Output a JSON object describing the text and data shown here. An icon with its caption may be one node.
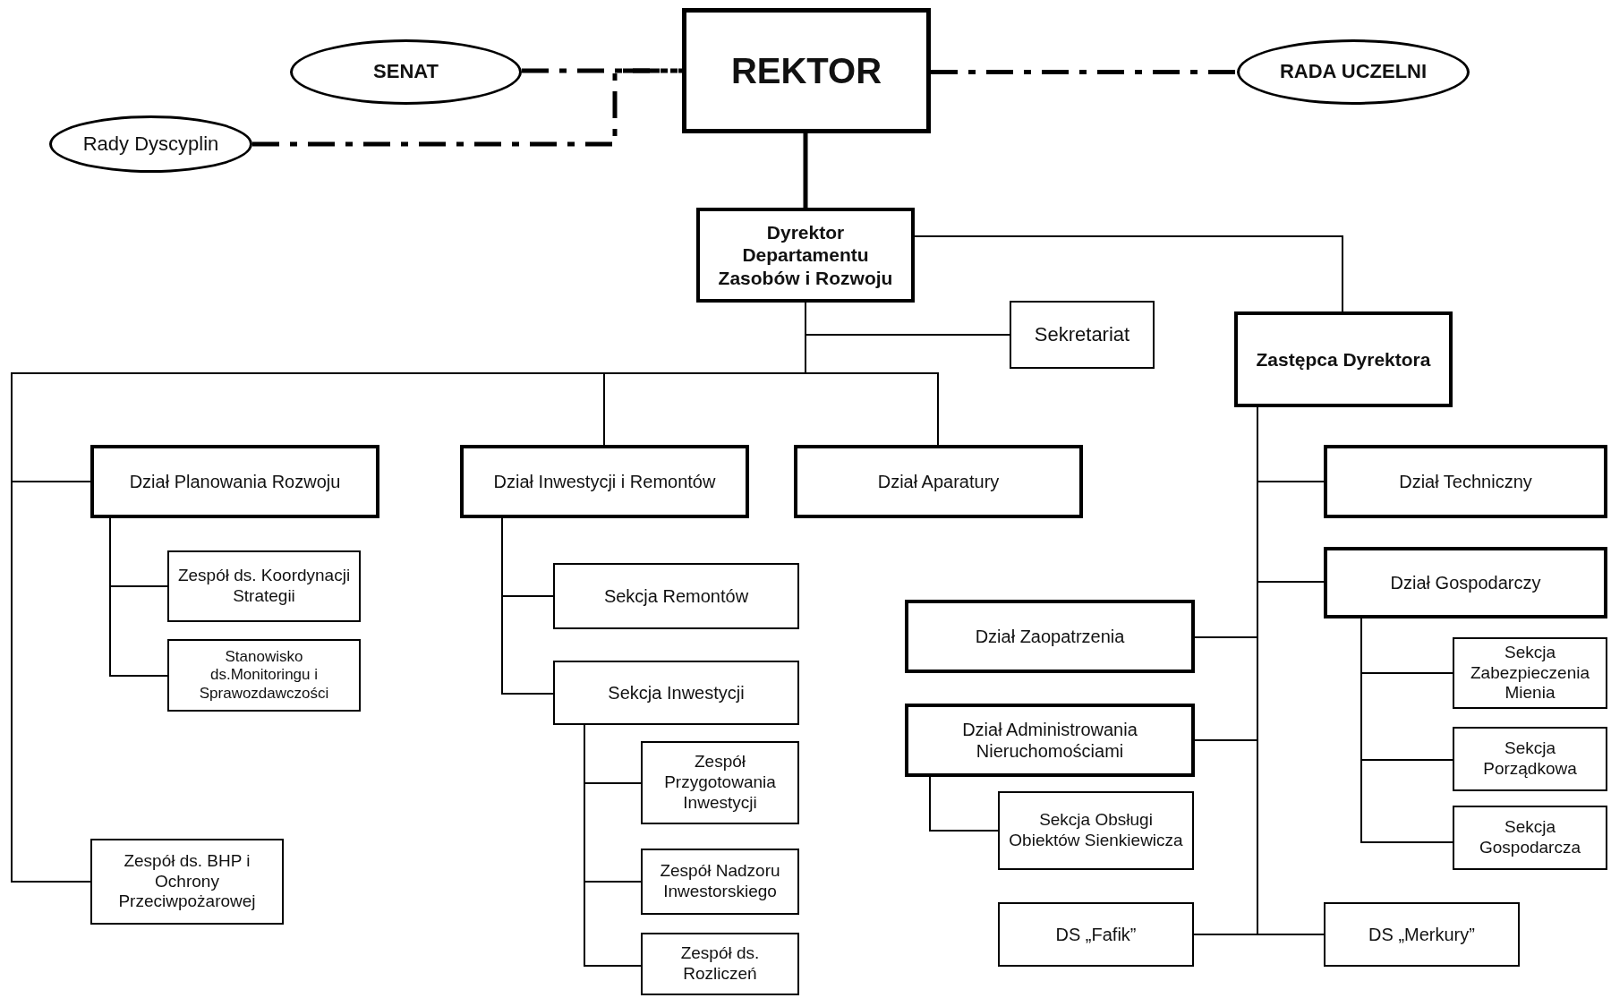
{
  "diagram": {
    "nodes": [
      {
        "text": [
          "REKTOR"
        ]
      },
      {
        "text": [
          "SENAT"
        ]
      },
      {
        "text": [
          "RADA UCZELNI"
        ]
      },
      {
        "text": [
          "Rady Dyscyplin"
        ]
      },
      {
        "text": [
          "Dyrektor Departamentu Zasobów i Rozwoju"
        ]
      },
      {
        "text": [
          "Sekretariat"
        ]
      },
      {
        "text": [
          "Zastępca Dyrektora"
        ]
      },
      {
        "text": [
          "Dział Planowania Rozwoju"
        ]
      },
      {
        "text": [
          "Dział Inwestycji i Remontów"
        ]
      },
      {
        "text": [
          "Dział Aparatury"
        ]
      },
      {
        "text": [
          "Dział Techniczny"
        ]
      },
      {
        "text": [
          "Zespół ds. Koordynacji Strategii"
        ]
      },
      {
        "text": [
          "Stanowisko ds.Monitoringu i Sprawozdawczości"
        ]
      },
      {
        "text": [
          "Sekcja Remontów"
        ]
      },
      {
        "text": [
          "Sekcja Inwestycji"
        ]
      },
      {
        "text": [
          "Dział Gospodarczy"
        ]
      },
      {
        "text": [
          "Dział Zaopatrzenia"
        ]
      },
      {
        "text": [
          "Zespół Przygotowania Inwestycji"
        ]
      },
      {
        "text": [
          "Sekcja Zabezpieczenia Mienia"
        ]
      },
      {
        "text": [
          "Dział Administrowania Nieruchomościami"
        ]
      },
      {
        "text": [
          "Sekcja Porządkowa"
        ]
      },
      {
        "text": [
          "Sekcja Obsługi Obiektów Sienkiewicza"
        ]
      },
      {
        "text": [
          "Sekcja Gospodarcza"
        ]
      },
      {
        "text": [
          "Zespół Nadzoru Inwestorskiego"
        ]
      },
      {
        "text": [
          "Zespół ds. BHP i Ochrony Przeciwpożarowej"
        ]
      },
      {
        "text": [
          "DS „Fafik”"
        ]
      },
      {
        "text": [
          "DS „Merkury”"
        ]
      },
      {
        "text": [
          "Zespół ds. Rozliczeń"
        ]
      }
    ],
    "edges": [
      {
        "from": 1,
        "to": 0,
        "arrow": "none",
        "style": "dashed"
      },
      {
        "from": 3,
        "to": 0,
        "arrow": "none",
        "style": "dashed"
      },
      {
        "from": 0,
        "to": 2,
        "arrow": "none",
        "style": "dashed"
      },
      {
        "from": 0,
        "to": 4,
        "arrow": "none",
        "style": "thick"
      },
      {
        "from": 4,
        "to": 5,
        "arrow": "none"
      },
      {
        "from": 4,
        "to": 6,
        "arrow": "none"
      },
      {
        "from": 4,
        "to": 7,
        "arrow": "none"
      },
      {
        "from": 4,
        "to": 8,
        "arrow": "none"
      },
      {
        "from": 4,
        "to": 9,
        "arrow": "none"
      },
      {
        "from": 4,
        "to": 24,
        "arrow": "none"
      },
      {
        "from": 7,
        "to": 11,
        "arrow": "none"
      },
      {
        "from": 7,
        "to": 12,
        "arrow": "none"
      },
      {
        "from": 8,
        "to": 13,
        "arrow": "none"
      },
      {
        "from": 8,
        "to": 14,
        "arrow": "none"
      },
      {
        "from": 14,
        "to": 17,
        "arrow": "none"
      },
      {
        "from": 14,
        "to": 23,
        "arrow": "none"
      },
      {
        "from": 14,
        "to": 27,
        "arrow": "none"
      },
      {
        "from": 6,
        "to": 10,
        "arrow": "none"
      },
      {
        "from": 6,
        "to": 15,
        "arrow": "none"
      },
      {
        "from": 6,
        "to": 16,
        "arrow": "none"
      },
      {
        "from": 6,
        "to": 19,
        "arrow": "none"
      },
      {
        "from": 6,
        "to": 25,
        "arrow": "none"
      },
      {
        "from": 6,
        "to": 26,
        "arrow": "none"
      },
      {
        "from": 19,
        "to": 21,
        "arrow": "none"
      },
      {
        "from": 15,
        "to": 18,
        "arrow": "none"
      },
      {
        "from": 15,
        "to": 20,
        "arrow": "none"
      },
      {
        "from": 15,
        "to": 22,
        "arrow": "none"
      }
    ]
  }
}
